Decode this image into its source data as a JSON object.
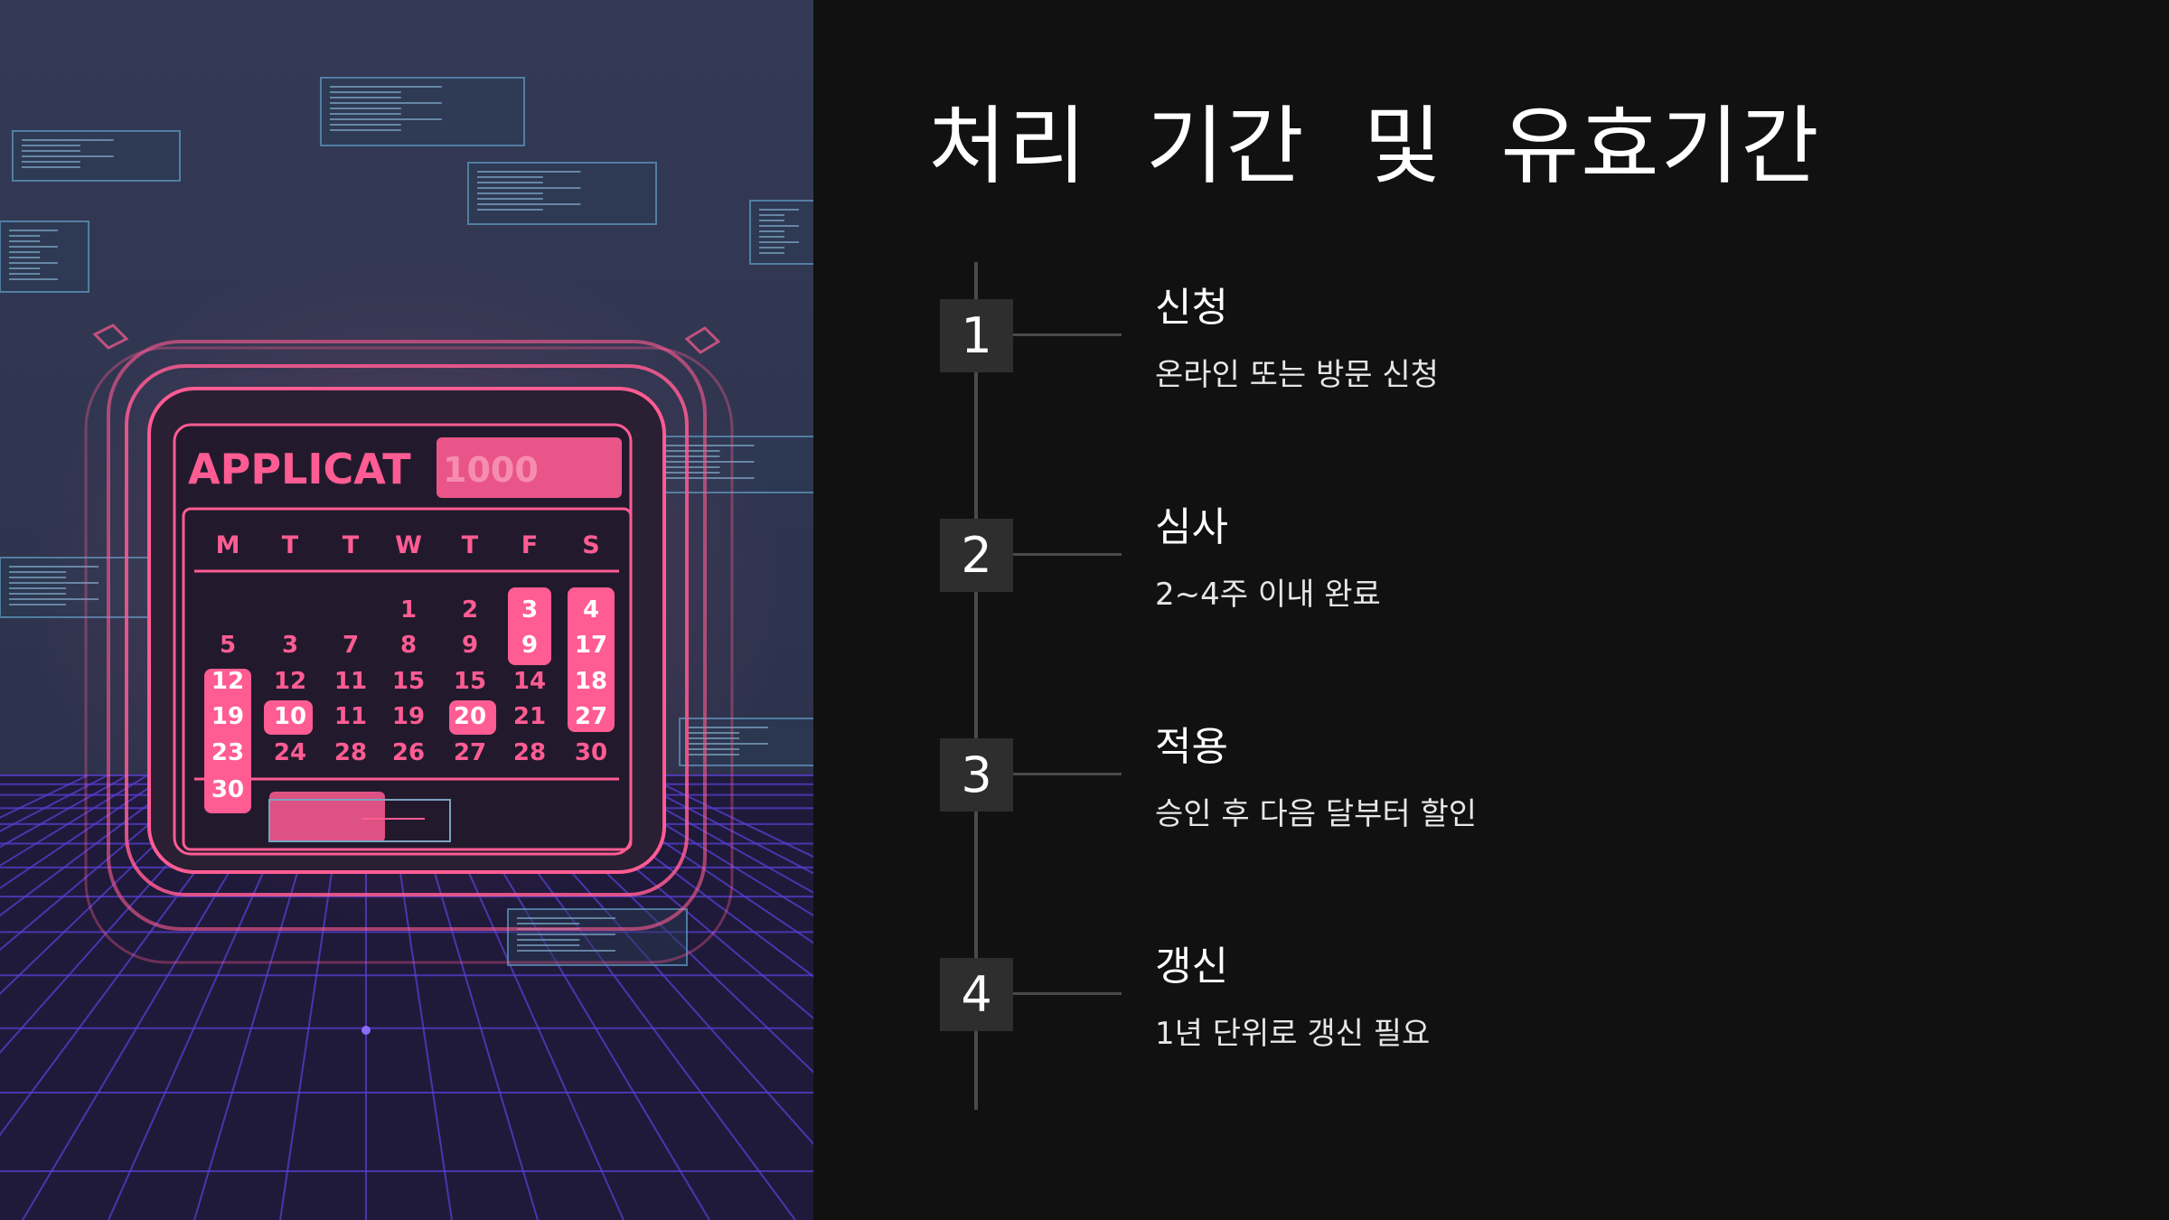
{
  "illustration": {
    "calendar_header": "APPLICAT",
    "calendar_tag": "1000",
    "weekdays": [
      "M",
      "T",
      "T",
      "W",
      "T",
      "F",
      "S"
    ],
    "rows": [
      [
        "",
        "",
        "",
        "1",
        "2",
        "3",
        "4"
      ],
      [
        "5",
        "3",
        "7",
        "8",
        "9",
        "9",
        "17"
      ],
      [
        "12",
        "12",
        "11",
        "15",
        "15",
        "14",
        "18"
      ],
      [
        "19",
        "10",
        "11",
        "19",
        "20",
        "21",
        "27"
      ],
      [
        "23",
        "24",
        "28",
        "26",
        "27",
        "28",
        "30"
      ],
      [
        "30",
        "",
        "",
        "",
        "",
        "",
        ""
      ]
    ],
    "colors": {
      "bg_top": "#323852",
      "bg_bottom": "#2a2d46",
      "neon_pink": "#ff5c93",
      "grid_purple": "#5a3fd6",
      "panel_blue": "#5a90b8"
    }
  },
  "title": "처리  기간  및  유효기간",
  "steps": [
    {
      "number": "1",
      "title": "신청",
      "description": "온라인 또는 방문 신청"
    },
    {
      "number": "2",
      "title": "심사",
      "description": "2~4주 이내 완료"
    },
    {
      "number": "3",
      "title": "적용",
      "description": "승인 후 다음 달부터 할인"
    },
    {
      "number": "4",
      "title": "갱신",
      "description": "1년 단위로 갱신 필요"
    }
  ],
  "colors": {
    "background": "#111111",
    "step_box": "#2e2e2e",
    "timeline": "#4a4a4a",
    "text": "#ffffff"
  }
}
